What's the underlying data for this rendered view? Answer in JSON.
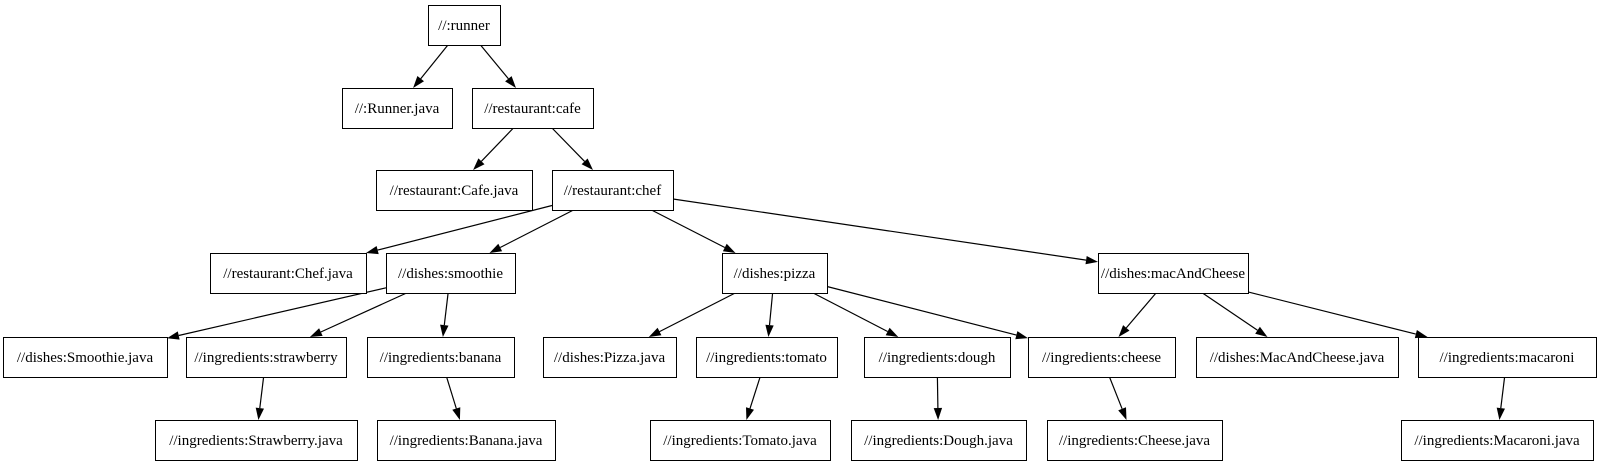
{
  "page": {
    "background_color": "#ffffff"
  },
  "graph": {
    "type": "dependency-tree",
    "stroke_color": "#000000",
    "node_fill": "#ffffff",
    "node_border": "#000000",
    "text_color": "#000000",
    "nodes": [
      {
        "id": "runner",
        "label": "//:runner"
      },
      {
        "id": "runner-java",
        "label": "//:Runner.java"
      },
      {
        "id": "cafe",
        "label": "//restaurant:cafe"
      },
      {
        "id": "cafe-java",
        "label": "//restaurant:Cafe.java"
      },
      {
        "id": "chef",
        "label": "//restaurant:chef"
      },
      {
        "id": "chef-java",
        "label": "//restaurant:Chef.java"
      },
      {
        "id": "smoothie",
        "label": "//dishes:smoothie"
      },
      {
        "id": "pizza",
        "label": "//dishes:pizza"
      },
      {
        "id": "mac-and-cheese",
        "label": "//dishes:macAndCheese"
      },
      {
        "id": "smoothie-java",
        "label": "//dishes:Smoothie.java"
      },
      {
        "id": "strawberry",
        "label": "//ingredients:strawberry"
      },
      {
        "id": "banana",
        "label": "//ingredients:banana"
      },
      {
        "id": "pizza-java",
        "label": "//dishes:Pizza.java"
      },
      {
        "id": "tomato",
        "label": "//ingredients:tomato"
      },
      {
        "id": "dough",
        "label": "//ingredients:dough"
      },
      {
        "id": "cheese",
        "label": "//ingredients:cheese"
      },
      {
        "id": "mac-and-cheese-java",
        "label": "//dishes:MacAndCheese.java"
      },
      {
        "id": "macaroni",
        "label": "//ingredients:macaroni"
      },
      {
        "id": "strawberry-java",
        "label": "//ingredients:Strawberry.java"
      },
      {
        "id": "banana-java",
        "label": "//ingredients:Banana.java"
      },
      {
        "id": "tomato-java",
        "label": "//ingredients:Tomato.java"
      },
      {
        "id": "dough-java",
        "label": "//ingredients:Dough.java"
      },
      {
        "id": "cheese-java",
        "label": "//ingredients:Cheese.java"
      },
      {
        "id": "macaroni-java",
        "label": "//ingredients:Macaroni.java"
      }
    ],
    "edges": [
      {
        "from": "runner",
        "to": "runner-java"
      },
      {
        "from": "runner",
        "to": "cafe"
      },
      {
        "from": "cafe",
        "to": "cafe-java"
      },
      {
        "from": "cafe",
        "to": "chef"
      },
      {
        "from": "chef",
        "to": "chef-java"
      },
      {
        "from": "chef",
        "to": "smoothie"
      },
      {
        "from": "chef",
        "to": "pizza"
      },
      {
        "from": "chef",
        "to": "mac-and-cheese"
      },
      {
        "from": "smoothie",
        "to": "smoothie-java"
      },
      {
        "from": "smoothie",
        "to": "strawberry"
      },
      {
        "from": "smoothie",
        "to": "banana"
      },
      {
        "from": "strawberry",
        "to": "strawberry-java"
      },
      {
        "from": "banana",
        "to": "banana-java"
      },
      {
        "from": "pizza",
        "to": "pizza-java"
      },
      {
        "from": "pizza",
        "to": "tomato"
      },
      {
        "from": "pizza",
        "to": "dough"
      },
      {
        "from": "pizza",
        "to": "cheese"
      },
      {
        "from": "tomato",
        "to": "tomato-java"
      },
      {
        "from": "dough",
        "to": "dough-java"
      },
      {
        "from": "cheese",
        "to": "cheese-java"
      },
      {
        "from": "mac-and-cheese",
        "to": "cheese"
      },
      {
        "from": "mac-and-cheese",
        "to": "mac-and-cheese-java"
      },
      {
        "from": "mac-and-cheese",
        "to": "macaroni"
      },
      {
        "from": "macaroni",
        "to": "macaroni-java"
      }
    ]
  }
}
